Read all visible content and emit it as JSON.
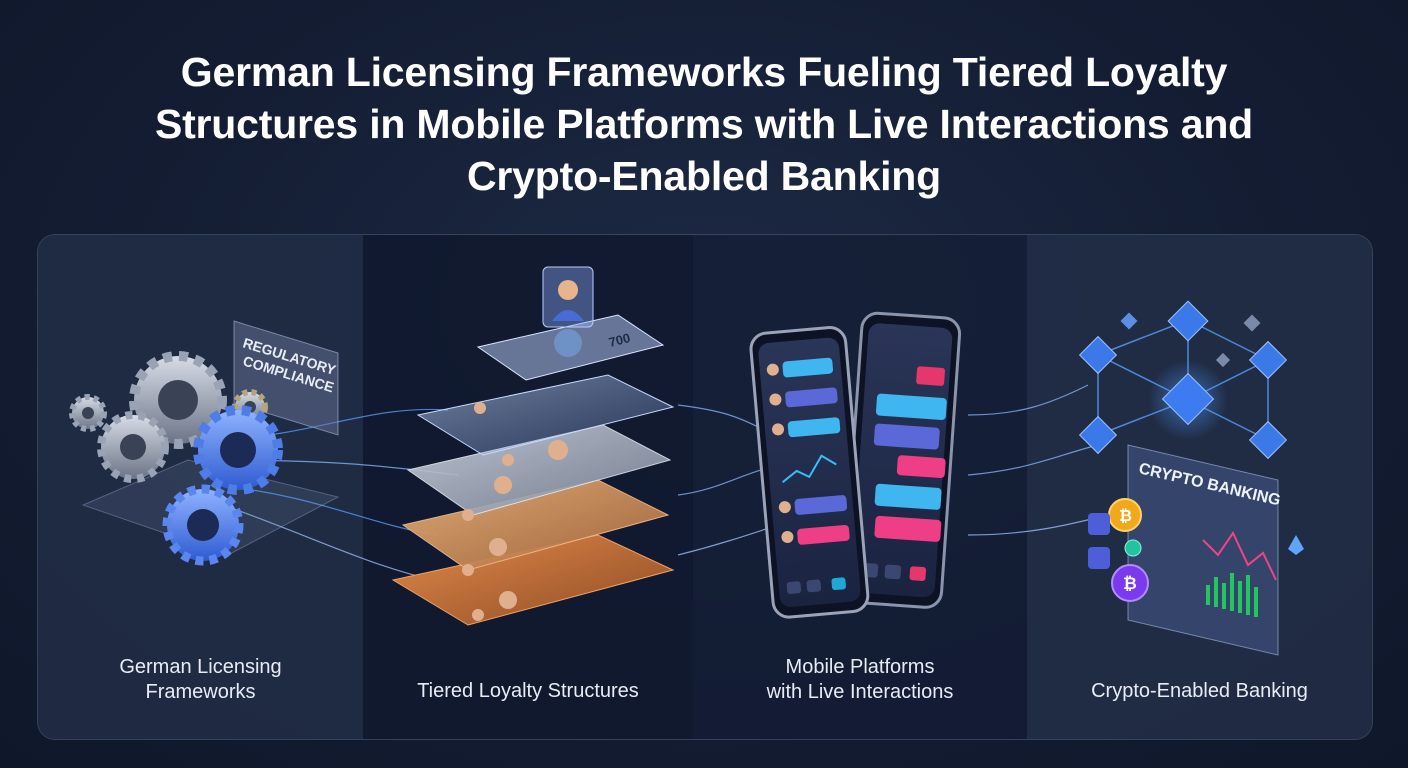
{
  "title": "German Licensing Frameworks Fueling Tiered Loyalty Structures in Mobile Platforms with Live Interactions and Crypto-Enabled Banking",
  "sections": [
    {
      "label": "German Licensing\nFrameworks",
      "icon": "gears-icon"
    },
    {
      "label": "Tiered Loyalty Structures",
      "icon": "loyalty-tiers-icon"
    },
    {
      "label": "Mobile Platforms\nwith Live Interactions",
      "icon": "smartphones-chat-icon"
    },
    {
      "label": "Crypto-Enabled Banking",
      "icon": "blockchain-crypto-icon"
    }
  ],
  "art_text": {
    "regulatory": "REGULATORY\nCOMPLIANCE",
    "crypto_banking": "CRYPTO BANKING",
    "tier_top_value": "700"
  },
  "colors": {
    "accent_blue": "#3b82f6",
    "accent_cyan": "#38bdf8",
    "accent_pink": "#f0448a",
    "bronze": "#c9703a",
    "gold": "#f2a81d",
    "purple": "#7c3aed"
  }
}
